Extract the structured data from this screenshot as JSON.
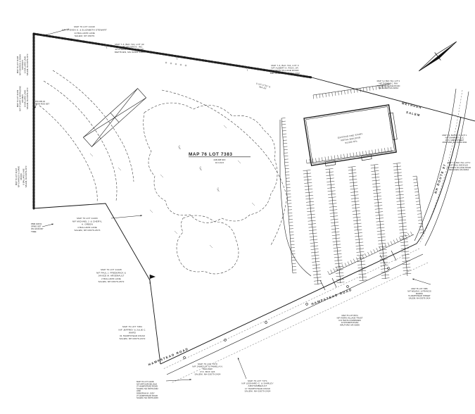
{
  "plan": {
    "parcel_title": "MAP 76 LOT 7383",
    "parcel_area_sf": "448,308 SF±",
    "parcel_area_ac": "10.3 AC±",
    "town_line_upper": "METHUEN",
    "town_line_lower": "SALEM",
    "route_label": "NH ROUTE 97",
    "road_label_1": "HAMPSTEAD ROAD",
    "road_label_2": "HAMPSTEAD ROAD",
    "bearing_1": "S 52°17'25\" E",
    "distance_1": "464.26'",
    "building_lines": [
      "EXISTING ONE STORY",
      "RETAIL BUILDING",
      "54,000 SF±"
    ],
    "benchmark_lines": [
      "PBM 198.51",
      "SPIKE SET",
      "ON HICKORY",
      "TREE"
    ],
    "pin_note_lines": [
      "PIN 205.32",
      "IRON ROD SET"
    ]
  },
  "abutters": [
    {
      "id": "lot-11440",
      "lines": [
        "MAP 76 LOT 11440",
        "N/F STEVEN G. & ELIZABETH STEWART",
        "14 BALLARD LANE",
        "SALEM, NH 03079"
      ]
    },
    {
      "id": "lot-11438",
      "lines": [
        "MAP 76 LOT 11438",
        "N/F GEORGE & SONIA",
        "KATSOHIS",
        "12 BALLARD LANE",
        "SALEM, NH 03079-2673"
      ]
    },
    {
      "id": "lot-11439",
      "lines": [
        "MAP 76 LOT 11439",
        "N/F STUART & GERALDINE",
        "HOLMES",
        "10 BALLARD LANE",
        "SALEM, NH 03079-2673"
      ]
    },
    {
      "id": "lot-11437",
      "lines": [
        "MAP 76 LOT 11437",
        "N/F CHARLES & DIANE",
        "MORIN",
        "8 BALLARD LANE",
        "SALEM, NH 03079-2673"
      ]
    },
    {
      "id": "lot-11403",
      "lines": [
        "MAP 76 LOT 11403",
        "N/F MICHAEL J. & CHERYL",
        "A. GREEN",
        "4 BALLARD LANE",
        "SALEM, NH 03079-2673"
      ]
    },
    {
      "id": "lot-11428",
      "lines": [
        "MAP 76 LOT 11428",
        "N/F PAUL J. FREDERICK &",
        "JANICE M. ARSENAULT",
        "2 BALLARD LANE",
        "SALEM, NH 03079-2672"
      ]
    },
    {
      "id": "lot-7384",
      "lines": [
        "MAP 76 LOT 7384",
        "N/F JEFFREY & JULIE C.",
        "WARD",
        "31 HAMPSTEAD ROAD",
        "SALEM, NH 03079-2472"
      ]
    },
    {
      "id": "lot-11248",
      "lines": [
        "MAP 76 LOT 11248",
        "N/F ARTHUR DELISLE",
        "27 HAMPSTEAD ROAD",
        "SALEM, NH 03079-2462",
        "AND",
        "DEBORAH M. JUDY",
        "27 HAMPSTEAD ROAD",
        "SALEM, NH 03079-4206"
      ]
    },
    {
      "id": "lot-7370",
      "lines": [
        "MAP 76 LOT 7370",
        "N/F JAMES R. & PAMELA N.",
        "WALKER",
        "P.O. BOX 423",
        "SALEM, NH 03079-2424"
      ]
    },
    {
      "id": "lot-7371",
      "lines": [
        "MAP 76 LOT 7371",
        "N/F LEONARD C. & SHIRLEY",
        "ARCHAMBEAULT",
        "17 HAMPSTEAD ROAD",
        "SALEM, NH 03079-2424"
      ]
    },
    {
      "id": "lot-8674",
      "lines": [
        "MAP 76 LOT 8674",
        "N/F AYERS VILLAGE TRUST",
        "C/O TESTA COMPANIES",
        "12 ROGERS ROAD",
        "WALTHAM, MA 01805"
      ]
    },
    {
      "id": "lot-7386",
      "lines": [
        "MAP 76 LOT 7386",
        "N/F WILMA K. & FRANCIS",
        "BURNS",
        "5 HAMPSTEAD STREET",
        "SALEM, NH 03079-2424"
      ]
    },
    {
      "id": "blk724-lot40",
      "lines": [
        "MAP 7-3, BLK 724, LOT 40",
        "N/F LABONS BROS. INC.",
        "20 AYERS VILLAGE ROAD",
        "METHUEN, MA 01844-1263"
      ]
    },
    {
      "id": "blk724-lot3",
      "lines": [
        "MAP 7-3, BLK 724, LOT 3",
        "N/F ALBERT A. RICH, JR.",
        "8 AYERS VILLAGE ROAD",
        "METHUEN, MA 01844-1262"
      ]
    },
    {
      "id": "blk72a-lot1",
      "lines": [
        "MAP 7-2, BLK 72A, LOT 1",
        "N/F THOMAS C. RAY",
        "4 AYERS VILLAGE ROAD",
        "METHUEN, MA 01844"
      ]
    },
    {
      "id": "blk72-lot1",
      "lines": [
        "MAP 7-2, BLOCK 72, LOT 1",
        "N/F SHAMALEY, LLC",
        "15 N. MAIN STREET",
        "ANDOVER, MA 01810-3011"
      ]
    },
    {
      "id": "blk72a-lot2",
      "lines": [
        "MAP 7-2, BLK 72A, LOT 2",
        "N/F PAUL DIZOGLIO",
        "14 AYERS VILLAGE ROAD",
        "METHUEN, MA 01844"
      ]
    }
  ]
}
